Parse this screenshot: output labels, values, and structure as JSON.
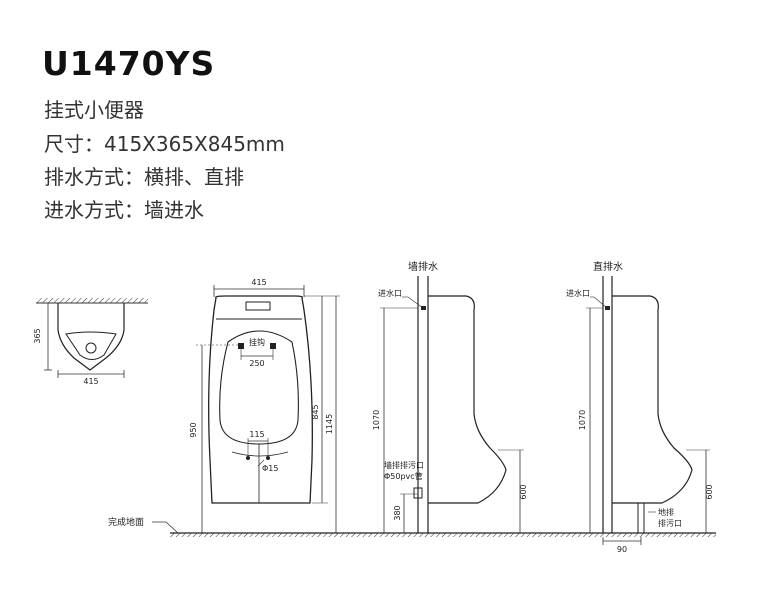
{
  "header": {
    "model": "U1470YS",
    "specs": [
      "挂式小便器",
      "尺寸：415X365X845mm",
      "排水方式：横排、直排",
      "进水方式：墙进水"
    ]
  },
  "top_view": {
    "width": "415",
    "depth": "365"
  },
  "front_view": {
    "width": "415",
    "hook_label": "挂钩",
    "hook_spacing": "250",
    "outlet_spacing": "115",
    "outlet_diameter": "Φ15",
    "height_845": "845",
    "height_1145": "1145",
    "height_950": "950",
    "floor_label": "完成地面"
  },
  "wall_drain_view": {
    "title": "墙排水",
    "inlet_label": "进水口",
    "height_1070": "1070",
    "height_600": "600",
    "height_380": "380",
    "outlet_label_1": "墙排排污口",
    "outlet_label_2": "Φ50pvc管"
  },
  "floor_drain_view": {
    "title": "直排水",
    "inlet_label": "进水口",
    "height_1070": "1070",
    "height_600": "600",
    "outlet_label_1": "地排",
    "outlet_label_2": "排污口",
    "offset_90": "90"
  }
}
